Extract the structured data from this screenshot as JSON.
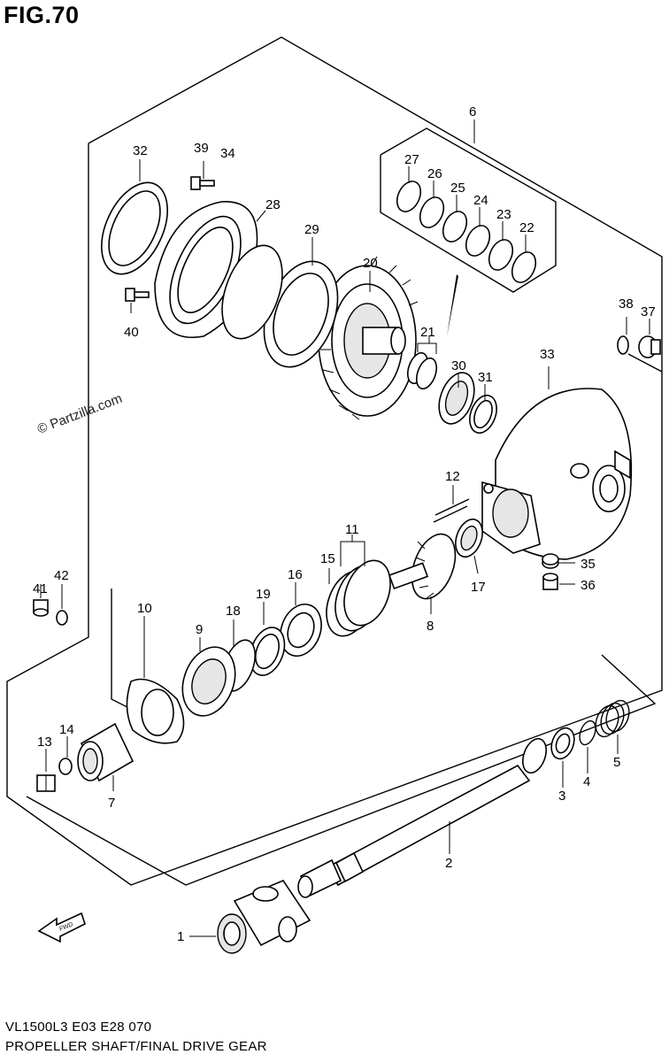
{
  "figure": {
    "title": "FIG.70",
    "model_code": "VL1500L3  E03  E28  070",
    "caption": "PROPELLER SHAFT/FINAL DRIVE GEAR",
    "watermark": "© Partzilla.com"
  },
  "fwd_arrow": {
    "label": "FWD",
    "icon": "fwd-arrow-icon"
  },
  "callouts": [
    {
      "id": "1",
      "text": "1"
    },
    {
      "id": "2",
      "text": "2"
    },
    {
      "id": "3",
      "text": "3"
    },
    {
      "id": "4",
      "text": "4"
    },
    {
      "id": "5",
      "text": "5"
    },
    {
      "id": "6",
      "text": "6"
    },
    {
      "id": "7",
      "text": "7"
    },
    {
      "id": "8",
      "text": "8"
    },
    {
      "id": "9",
      "text": "9"
    },
    {
      "id": "10",
      "text": "10"
    },
    {
      "id": "11",
      "text": "11"
    },
    {
      "id": "12",
      "text": "12"
    },
    {
      "id": "13",
      "text": "13"
    },
    {
      "id": "14",
      "text": "14"
    },
    {
      "id": "15",
      "text": "15"
    },
    {
      "id": "16",
      "text": "16"
    },
    {
      "id": "17",
      "text": "17"
    },
    {
      "id": "18",
      "text": "18"
    },
    {
      "id": "19",
      "text": "19"
    },
    {
      "id": "20",
      "text": "20"
    },
    {
      "id": "21",
      "text": "21"
    },
    {
      "id": "22",
      "text": "22"
    },
    {
      "id": "23",
      "text": "23"
    },
    {
      "id": "24",
      "text": "24"
    },
    {
      "id": "25",
      "text": "25"
    },
    {
      "id": "26",
      "text": "26"
    },
    {
      "id": "27",
      "text": "27"
    },
    {
      "id": "28",
      "text": "28"
    },
    {
      "id": "29",
      "text": "29"
    },
    {
      "id": "30",
      "text": "30"
    },
    {
      "id": "31",
      "text": "31"
    },
    {
      "id": "32",
      "text": "32"
    },
    {
      "id": "33",
      "text": "33"
    },
    {
      "id": "34",
      "text": "34"
    },
    {
      "id": "35",
      "text": "35"
    },
    {
      "id": "36",
      "text": "36"
    },
    {
      "id": "37",
      "text": "37"
    },
    {
      "id": "38",
      "text": "38"
    },
    {
      "id": "39",
      "text": "39"
    },
    {
      "id": "40",
      "text": "40"
    },
    {
      "id": "41",
      "text": "41"
    },
    {
      "id": "42",
      "text": "42"
    }
  ]
}
